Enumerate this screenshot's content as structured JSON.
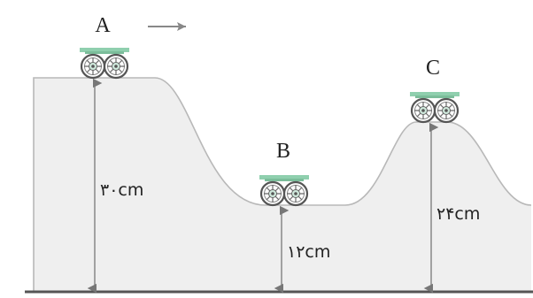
{
  "diagram": {
    "points": [
      {
        "id": "A",
        "label": "A",
        "height": "۳۰cm"
      },
      {
        "id": "B",
        "label": "B",
        "height": "۱۲cm"
      },
      {
        "id": "C",
        "label": "C",
        "height": "۲۴cm"
      }
    ],
    "motion_direction": "right",
    "colors": {
      "hill_fill": "#efefef",
      "hill_stroke": "#b8b8b8",
      "ground": "#555555",
      "arrow": "#888888",
      "cart_top": "#8fcfae",
      "wheel_rim": "#555555",
      "wheel_spoke": "#666666",
      "label_text": "#222222"
    },
    "icons": [
      "cart-icon",
      "motion-arrow-icon"
    ]
  }
}
